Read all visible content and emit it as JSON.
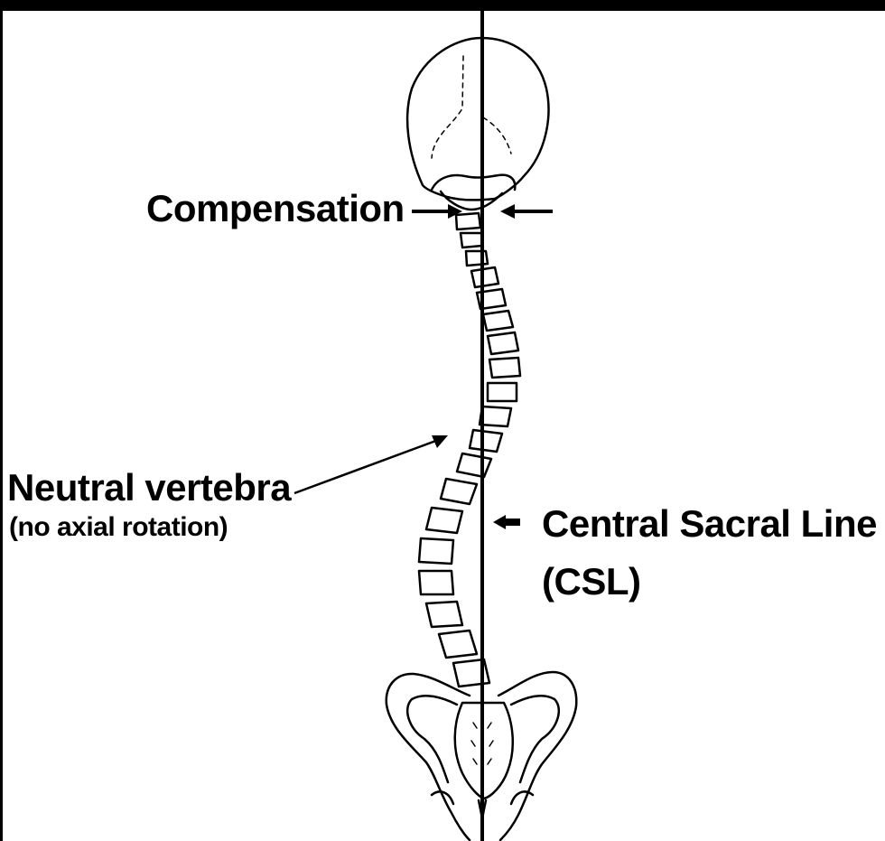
{
  "labels": {
    "compensation": "Compensation",
    "neutral_vertebra": "Neutral vertebra",
    "neutral_vertebra_note": "(no axial rotation)",
    "central_sacral_line": "Central Sacral Line",
    "central_sacral_line_abbr": "(CSL)"
  },
  "colors": {
    "line": "#000000",
    "background": "#ffffff"
  }
}
